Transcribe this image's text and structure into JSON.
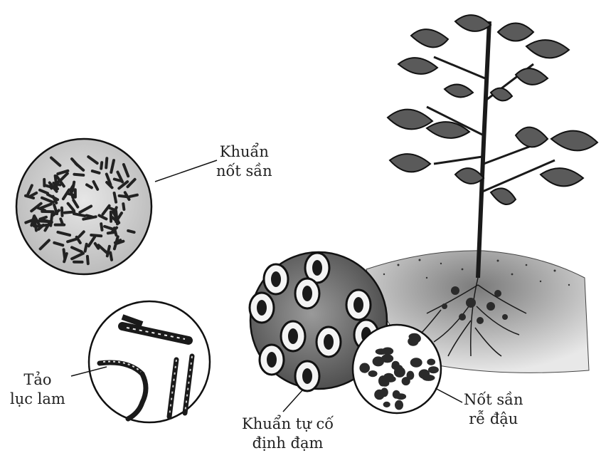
{
  "labels": {
    "khuan_not_san": [
      "Khuẩn",
      "nốt sần"
    ],
    "tao_luc_lam": [
      "Tảo",
      "lục lam"
    ],
    "khuan_tu_co_dinh_dam": [
      "Khuẩn tự cố",
      "định đạm"
    ],
    "not_san_re_dau": [
      "Nốt sần",
      "rễ đậu"
    ]
  },
  "colors": {
    "ink": "#1a1a1a",
    "circle_fill": "#cfcfcf",
    "soil": "#8a8a8a",
    "leaf": "#5a5a5a"
  }
}
